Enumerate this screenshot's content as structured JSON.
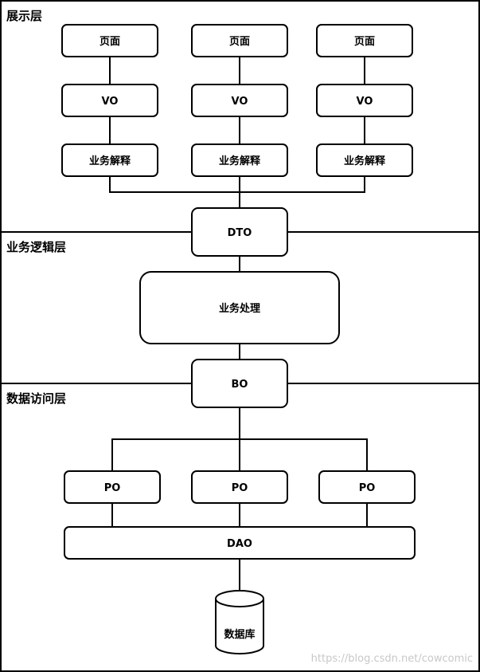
{
  "layers": {
    "presentation": "展示层",
    "business": "业务逻辑层",
    "data_access": "数据访问层"
  },
  "nodes": {
    "page": "页面",
    "vo": "VO",
    "biz_interpret": "业务解释",
    "dto": "DTO",
    "biz_process": "业务处理",
    "bo": "BO",
    "po": "PO",
    "dao": "DAO",
    "database": "数据库"
  },
  "watermark": "https://blog.csdn.net/cowcomic"
}
